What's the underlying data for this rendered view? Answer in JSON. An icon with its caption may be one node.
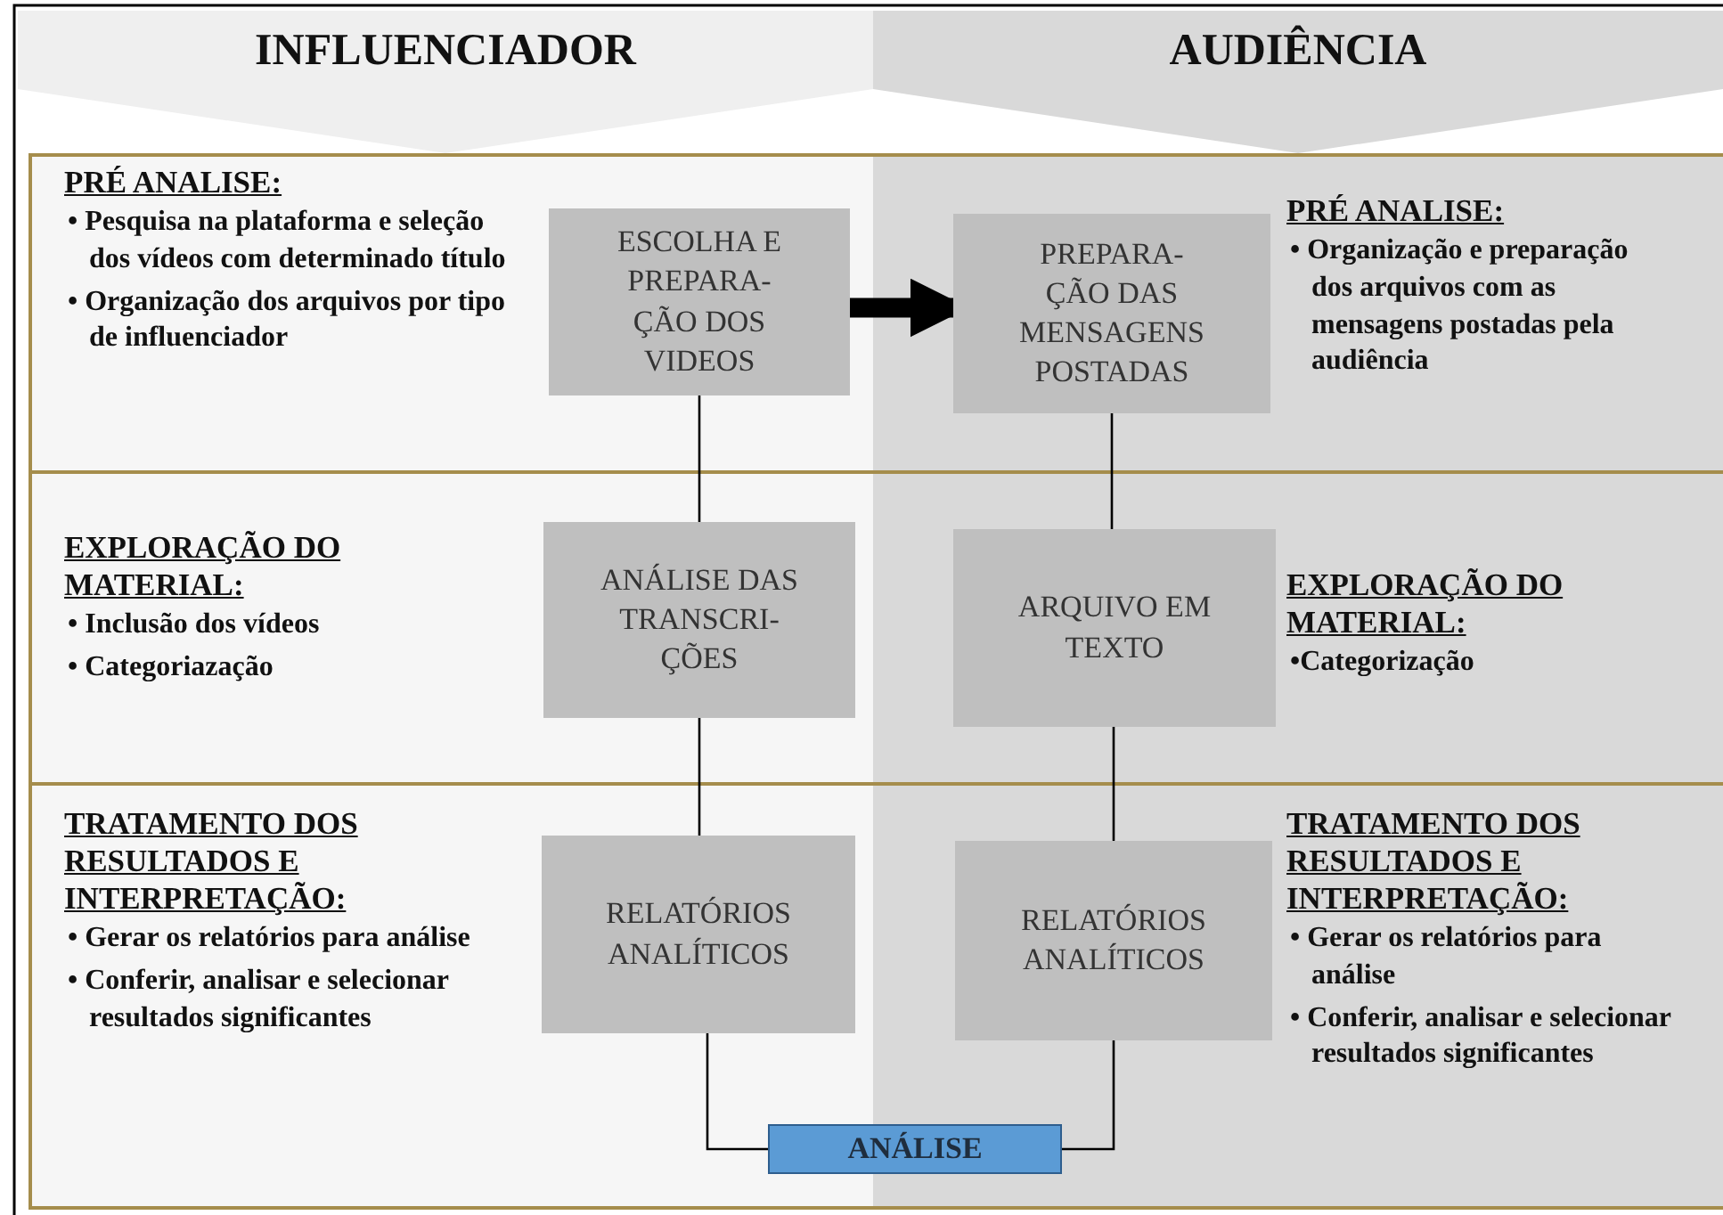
{
  "diagram": {
    "nodes": [
      {
        "text": [
          "INFLUENCIADOR"
        ]
      },
      {
        "text": [
          "AUDIÊNCIA"
        ]
      },
      {
        "text": [
          "ESCOLHA E PREPARA- ÇÃO DOS VIDEOS"
        ]
      },
      {
        "text": [
          "PREPARA- ÇÃO DAS MENSAGENS POSTADAS"
        ]
      },
      {
        "text": [
          "ANÁLISE DAS TRANSCRI- ÇÕES"
        ]
      },
      {
        "text": [
          "ARQUIVO EM TEXTO"
        ]
      },
      {
        "text": [
          "RELATÓRIOS ANALÍTICOS"
        ]
      },
      {
        "text": [
          "RELATÓRIOS ANALÍTICOS"
        ]
      },
      {
        "text": [
          "ANÁLISE"
        ]
      }
    ],
    "edges": [
      {
        "from": 2,
        "to": 3,
        "arrow": "to",
        "style": "thick"
      },
      {
        "from": 2,
        "to": 4,
        "arrow": "none"
      },
      {
        "from": 4,
        "to": 6,
        "arrow": "none"
      },
      {
        "from": 3,
        "to": 5,
        "arrow": "none"
      },
      {
        "from": 5,
        "to": 7,
        "arrow": "none"
      },
      {
        "from": 6,
        "to": 8,
        "arrow": "none"
      },
      {
        "from": 7,
        "to": 8,
        "arrow": "none"
      }
    ],
    "labels": [
      "PRÉ ANALISE:",
      "• Pesquisa na plataforma e seleção dos vídeos com determinado título",
      "• Organização dos arquivos por tipo de influenciador",
      "PRÉ ANALISE:",
      "• Organização e preparação dos arquivos com as mensagens postadas pela audiência",
      "EXPLORAÇÃO DO MATERIAL:",
      "• Inclusão dos vídeos",
      "• Categoriazação",
      "EXPLORAÇÃO DO MATERIAL:",
      "•Categorização",
      "TRATAMENTO DOS RESULTADOS E INTERPRETAÇÃO:",
      "• Gerar os relatórios para análise",
      "• Conferir, analisar e selecionar resultados significantes",
      "TRATAMENTO DOS RESULTADOS E INTERPRETAÇÃO:",
      "• Gerar os relatórios para análise",
      "• Conferir, analisar e selecionar resultados significantes"
    ]
  }
}
